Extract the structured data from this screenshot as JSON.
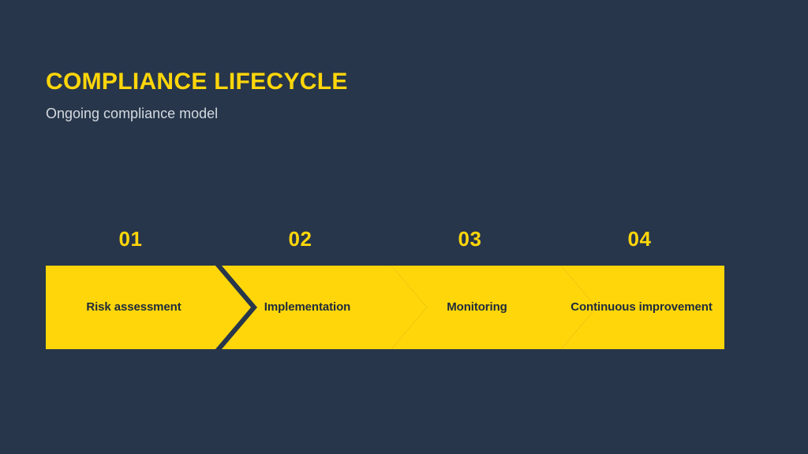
{
  "slide": {
    "title": "COMPLIANCE LIFECYCLE",
    "subtitle": "Ongoing compliance model",
    "background_color": "#27364a",
    "accent_color": "#ffd60a",
    "text_on_accent_color": "#1e2b3c",
    "subtitle_color": "#d4d9e1"
  },
  "process": {
    "type": "chevron-process-flow",
    "direction": "left-to-right",
    "steps": [
      {
        "number": "01",
        "label": "Risk assessment"
      },
      {
        "number": "02",
        "label": "Implementation"
      },
      {
        "number": "03",
        "label": "Monitoring"
      },
      {
        "number": "04",
        "label": "Continuous improvement"
      }
    ]
  }
}
